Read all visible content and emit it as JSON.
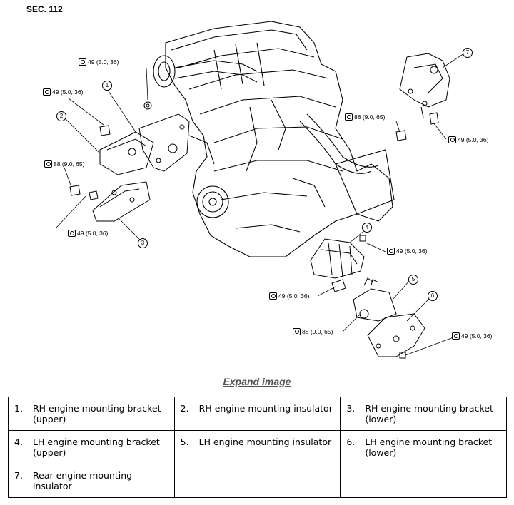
{
  "section_title": "SEC. 112",
  "torque_labels": [
    "49 (5.0, 36)",
    "49 (5.0, 36)",
    "88 (9.0, 65)",
    "49 (5.0, 36)",
    "88 (9.0, 65)",
    "49 (5.0, 36)",
    "49 (5.0, 36)",
    "49 (5.0, 36)",
    "88 (9.0, 65)",
    "49 (5.0, 36)"
  ],
  "callouts": [
    "1",
    "2",
    "3",
    "4",
    "5",
    "6",
    "7"
  ],
  "expand_link": "Expand image",
  "legend": [
    {
      "num": "1.",
      "label": "RH engine mounting bracket (upper)"
    },
    {
      "num": "2.",
      "label": "RH engine mounting insulator"
    },
    {
      "num": "3.",
      "label": "RH engine mounting bracket (lower)"
    },
    {
      "num": "4.",
      "label": "LH engine mounting bracket (upper)"
    },
    {
      "num": "5.",
      "label": "LH engine mounting insulator"
    },
    {
      "num": "6.",
      "label": "LH engine mounting bracket (lower)"
    },
    {
      "num": "7.",
      "label": "Rear engine mounting insulator"
    }
  ]
}
